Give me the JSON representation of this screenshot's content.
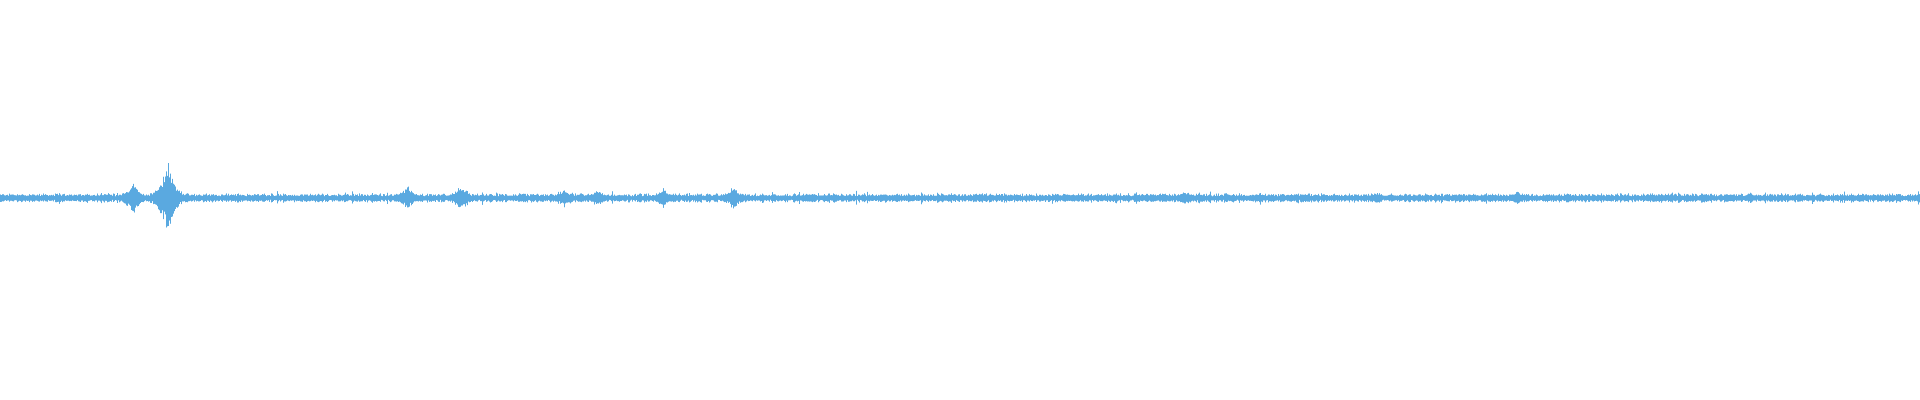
{
  "waveform": {
    "color": "#5aa9e0",
    "background": "#ffffff",
    "label": "audio-waveform",
    "peaks": [
      {
        "at": 0.069,
        "amp": 0.09
      },
      {
        "at": 0.087,
        "amp": 0.22
      },
      {
        "at": 0.212,
        "amp": 0.07
      },
      {
        "at": 0.24,
        "amp": 0.08
      },
      {
        "at": 0.294,
        "amp": 0.05
      },
      {
        "at": 0.311,
        "amp": 0.05
      },
      {
        "at": 0.345,
        "amp": 0.06
      },
      {
        "at": 0.382,
        "amp": 0.07
      },
      {
        "at": 0.419,
        "amp": 0.03
      },
      {
        "at": 0.461,
        "amp": 0.03
      },
      {
        "at": 0.491,
        "amp": 0.03
      },
      {
        "at": 0.561,
        "amp": 0.03
      },
      {
        "at": 0.617,
        "amp": 0.04
      },
      {
        "at": 0.681,
        "amp": 0.03
      },
      {
        "at": 0.761,
        "amp": 0.03
      },
      {
        "at": 0.79,
        "amp": 0.04
      },
      {
        "at": 0.899,
        "amp": 0.03
      }
    ]
  }
}
